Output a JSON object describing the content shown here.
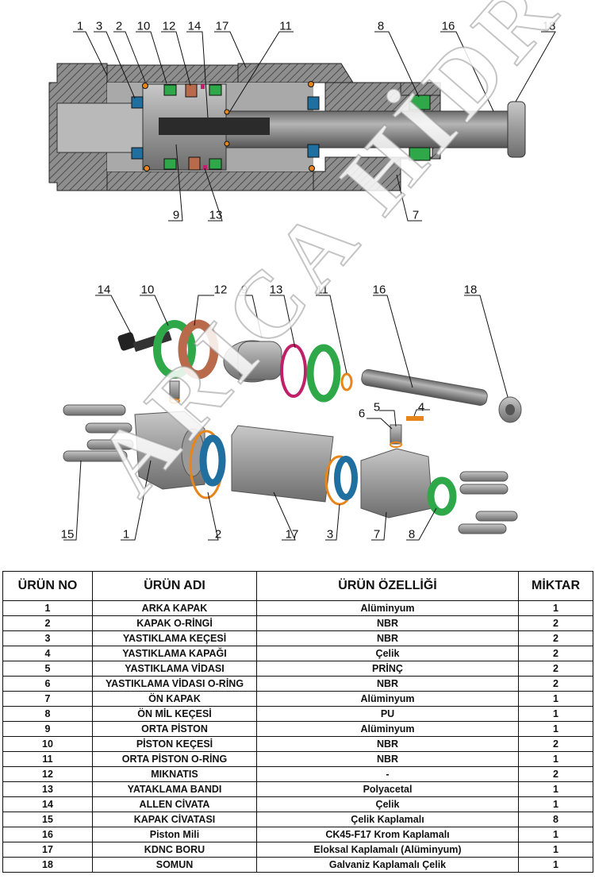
{
  "top_callouts": [
    "1",
    "3",
    "2",
    "10",
    "12",
    "14",
    "17",
    "11",
    "8",
    "16",
    "18",
    "9",
    "13",
    "7"
  ],
  "exploded_callouts": [
    "14",
    "10",
    "12",
    "9",
    "13",
    "11",
    "16",
    "18",
    "6",
    "5",
    "4",
    "15",
    "1",
    "2",
    "17",
    "3",
    "7",
    "8"
  ],
  "table": {
    "headers": [
      "ÜRÜN NO",
      "ÜRÜN ADI",
      "ÜRÜN ÖZELLİĞİ",
      "MİKTAR"
    ],
    "rows": [
      [
        "1",
        "ARKA KAPAK",
        "Alüminyum",
        "1"
      ],
      [
        "2",
        "KAPAK O-RİNGİ",
        "NBR",
        "2"
      ],
      [
        "3",
        "YASTIKLAMA KEÇESİ",
        "NBR",
        "2"
      ],
      [
        "4",
        "YASTIKLAMA KAPAĞI",
        "Çelik",
        "2"
      ],
      [
        "5",
        "YASTIKLAMA VİDASI",
        "PRİNÇ",
        "2"
      ],
      [
        "6",
        "YASTIKLAMA VİDASI O-RİNG",
        "NBR",
        "2"
      ],
      [
        "7",
        "ÖN KAPAK",
        "Alüminyum",
        "1"
      ],
      [
        "8",
        "ÖN MİL KEÇESİ",
        "PU",
        "1"
      ],
      [
        "9",
        "ORTA PİSTON",
        "Alüminyum",
        "1"
      ],
      [
        "10",
        "PİSTON KEÇESİ",
        "NBR",
        "2"
      ],
      [
        "11",
        "ORTA PİSTON O-RİNG",
        "NBR",
        "1"
      ],
      [
        "12",
        "MIKNATIS",
        "-",
        "2"
      ],
      [
        "13",
        "YATAKLAMA BANDI",
        "Polyacetal",
        "1"
      ],
      [
        "14",
        "ALLEN CİVATA",
        "Çelik",
        "1"
      ],
      [
        "15",
        "KAPAK CİVATASI",
        "Çelik Kaplamalı",
        "8"
      ],
      [
        "16",
        "Piston Mili",
        "CK45-F17 Krom Kaplamalı",
        "1"
      ],
      [
        "17",
        "KDNC  BORU",
        "Eloksal Kaplamalı (Alüminyum)",
        "1"
      ],
      [
        "18",
        "SOMUN",
        "Galvaniz Kaplamalı Çelik",
        "1"
      ]
    ]
  },
  "watermark": "ARICA HİDROLİK",
  "colors": {
    "body_gray": "#8f8f8f",
    "seal_blue": "#1f6fa0",
    "seal_green": "#2fa84a",
    "oring_orange": "#e8851a",
    "band_magenta": "#c0206a",
    "magnet_brown": "#b86a4a"
  }
}
